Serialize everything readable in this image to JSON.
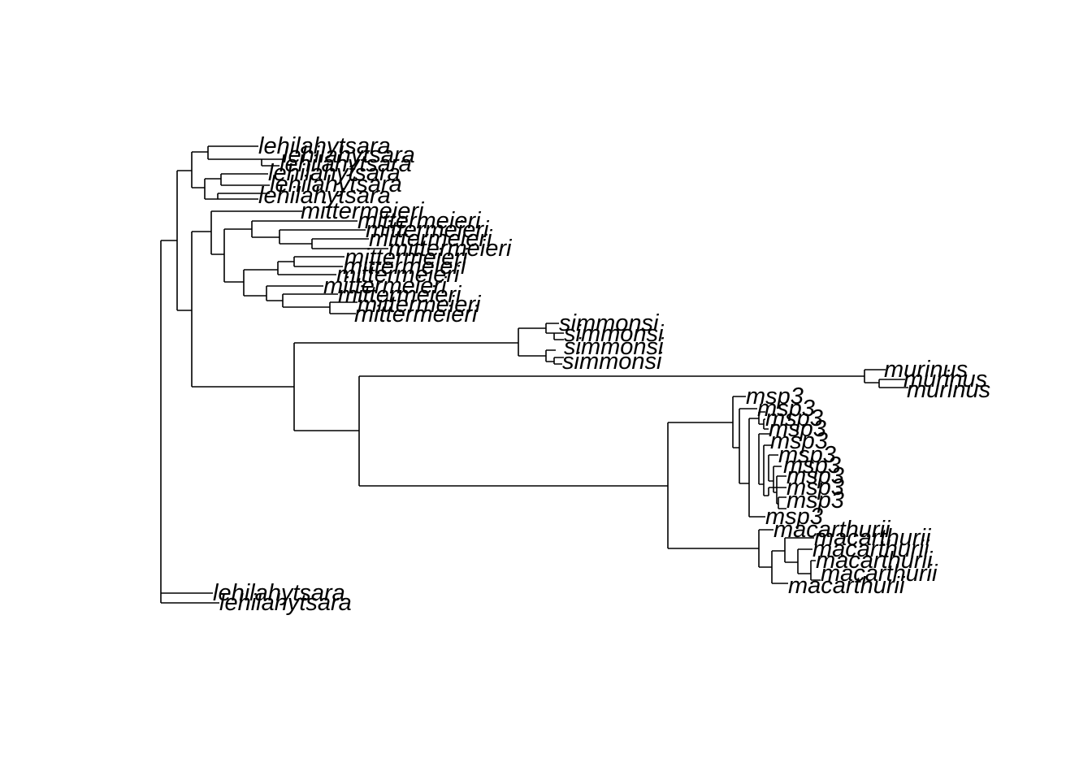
{
  "tips": [
    "lehilahytsara",
    "lehilahytsara",
    "lehilahytsara",
    "lehilahytsara",
    "lehilahytsara",
    "lehilahytsara",
    "mittermeieri",
    "mittermeieri",
    "mittermeieri",
    "mittermeieri",
    "mittermeieri",
    "mittermeieri",
    "mittermeieri",
    "mittermeieri",
    "mittermeieri",
    "mittermeieri",
    "mittermeieri",
    "mittermeieri",
    "simmonsi",
    "simmonsi",
    "simmonsi",
    "simmonsi",
    "murinus",
    "murinus",
    "murinus",
    "msp3",
    "msp3",
    "msp3",
    "msp3",
    "msp3",
    "msp3",
    "msp3",
    "msp3",
    "msp3",
    "msp3",
    "msp3",
    "macarthurii",
    "macarthurii",
    "macarthurii",
    "macarthurii",
    "macarthurii",
    "macarthurii",
    "lehilahytsara",
    "lehilahytsara"
  ]
}
